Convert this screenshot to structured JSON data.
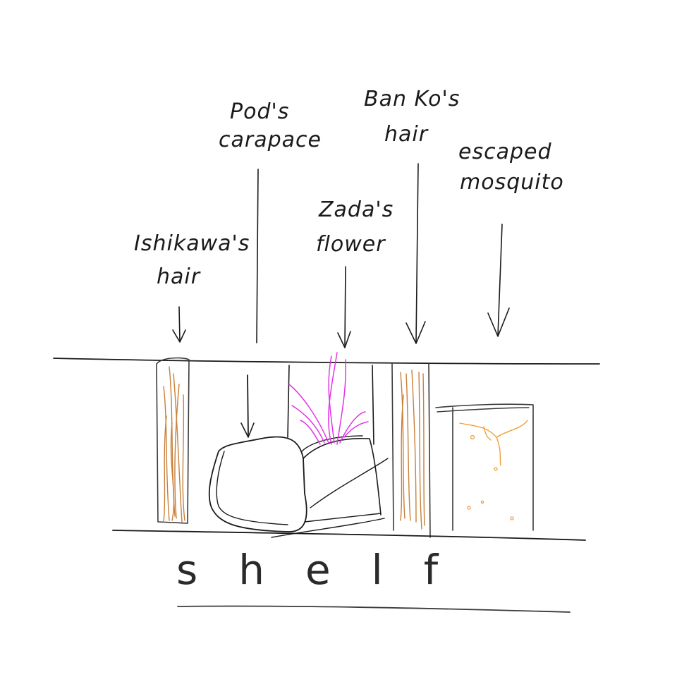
{
  "labels": {
    "ishikawa_line1": "Ishikawa's",
    "ishikawa_line2": "hair",
    "pod_line1": "Pod's",
    "pod_line2": "carapace",
    "zada_line1": "Zada's",
    "zada_line2": "flower",
    "banko_line1": "Ban Ko's",
    "banko_line2": "hair",
    "mosquito_line1": "escaped",
    "mosquito_line2": "mosquito"
  },
  "shelf_label": "shelf",
  "colors": {
    "ink": "#1a1a1a",
    "hair": "#c8803a",
    "flower": "#e035e6",
    "mosquito": "#f0a030"
  }
}
